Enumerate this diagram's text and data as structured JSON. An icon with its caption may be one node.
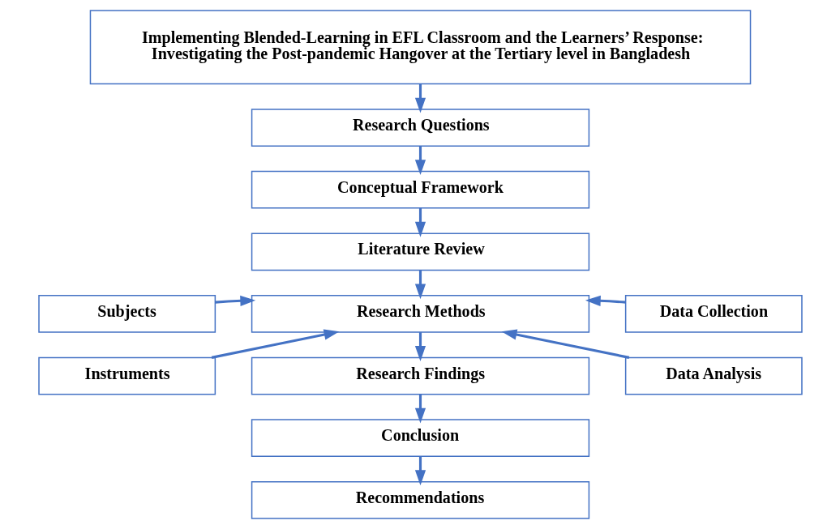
{
  "diagram": {
    "nodes": [
      {
        "text": [
          "Implementing Blended-Learning in EFL Classroom and the Learners’ Response: Investigating the Post-pandemic Hangover at the Tertiary level in Bangladesh"
        ]
      },
      {
        "text": [
          "Research Questions"
        ]
      },
      {
        "text": [
          "Conceptual Framework"
        ]
      },
      {
        "text": [
          "Literature Review"
        ]
      },
      {
        "text": [
          "Subjects"
        ]
      },
      {
        "text": [
          "Data Collection"
        ]
      },
      {
        "text": [
          "Research Methods"
        ]
      },
      {
        "text": [
          "Instruments"
        ]
      },
      {
        "text": [
          "Data Analysis"
        ]
      },
      {
        "text": [
          "Research Findings"
        ]
      },
      {
        "text": [
          "Conclusion"
        ]
      },
      {
        "text": [
          "Recommendations"
        ]
      }
    ],
    "edges": [
      {
        "from": 0,
        "to": 1,
        "arrow": "to"
      },
      {
        "from": 1,
        "to": 2,
        "arrow": "to"
      },
      {
        "from": 2,
        "to": 3,
        "arrow": "to"
      },
      {
        "from": 3,
        "to": 6,
        "arrow": "to"
      },
      {
        "from": 4,
        "to": 6,
        "arrow": "to"
      },
      {
        "from": 7,
        "to": 6,
        "arrow": "to"
      },
      {
        "from": 5,
        "to": 6,
        "arrow": "to"
      },
      {
        "from": 8,
        "to": 6,
        "arrow": "to"
      },
      {
        "from": 6,
        "to": 9,
        "arrow": "to"
      },
      {
        "from": 9,
        "to": 10,
        "arrow": "to"
      },
      {
        "from": 10,
        "to": 11,
        "arrow": "to"
      }
    ]
  }
}
